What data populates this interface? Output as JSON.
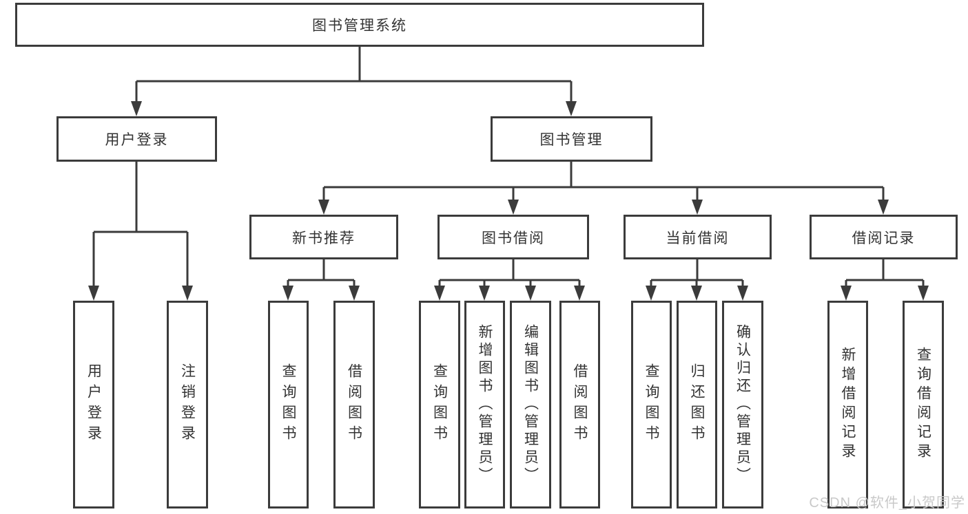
{
  "diagram": {
    "type": "hierarchy-tree",
    "colors": {
      "line": "#3b3b3b",
      "box_border": "#3b3b3b",
      "box_background": "#ffffff",
      "text": "#333333",
      "watermark_text": "#c9c9c9"
    },
    "tree": {
      "label": "图书管理系统",
      "children": [
        {
          "label": "用户登录",
          "children": [
            {
              "label": "用户登录"
            },
            {
              "label": "注销登录"
            }
          ]
        },
        {
          "label": "图书管理",
          "children": [
            {
              "label": "新书推荐",
              "children": [
                {
                  "label": "查询图书"
                },
                {
                  "label": "借阅图书"
                }
              ]
            },
            {
              "label": "图书借阅",
              "children": [
                {
                  "label": "查询图书"
                },
                {
                  "label": "新增图书（管理员）"
                },
                {
                  "label": "编辑图书（管理员）"
                },
                {
                  "label": "借阅图书"
                }
              ]
            },
            {
              "label": "当前借阅",
              "children": [
                {
                  "label": "查询图书"
                },
                {
                  "label": "归还图书"
                },
                {
                  "label": "确认归还（管理员）"
                }
              ]
            },
            {
              "label": "借阅记录",
              "children": [
                {
                  "label": "新增借阅记录"
                },
                {
                  "label": "查询借阅记录"
                }
              ]
            }
          ]
        }
      ]
    },
    "watermark": "CSDN @软件_小贺同学"
  }
}
